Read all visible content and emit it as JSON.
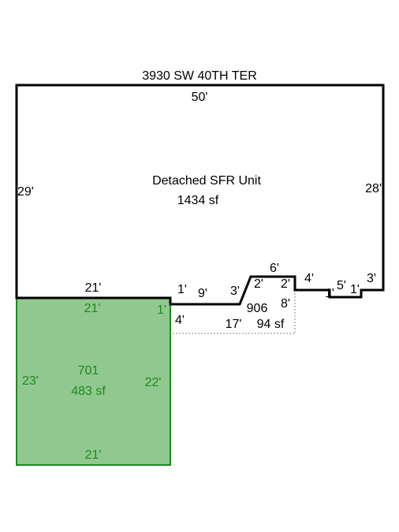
{
  "address": "3930 SW 40TH TER",
  "main_unit": {
    "name": "Detached SFR Unit",
    "area": "1434 sf",
    "dims": {
      "top": "50'",
      "left": "29'",
      "right": "28'",
      "bottom_left": "21'",
      "seg_1": "1'",
      "seg_9": "9'",
      "seg_3": "3'",
      "seg_2a": "2'",
      "seg_6": "6'",
      "seg_2b": "2'",
      "seg_4": "4'",
      "seg_1b": "1'",
      "seg_5": "5'",
      "seg_1c": "1'",
      "seg_3b": "3'"
    }
  },
  "area_701": {
    "code": "701",
    "area": "483 sf",
    "dims": {
      "top": "21'",
      "left": "23'",
      "right": "22'",
      "bottom": "21'",
      "corner": "1'"
    }
  },
  "area_906": {
    "code": "906",
    "area": "94 sf",
    "dims": {
      "left": "4'",
      "bottom": "17'",
      "right": "8'"
    }
  },
  "colors": {
    "outline": "#000000",
    "green_fill": "#90c890",
    "green_stroke": "#1e8a1e",
    "green_text": "#1e8a1e",
    "dotted": "#888888"
  }
}
